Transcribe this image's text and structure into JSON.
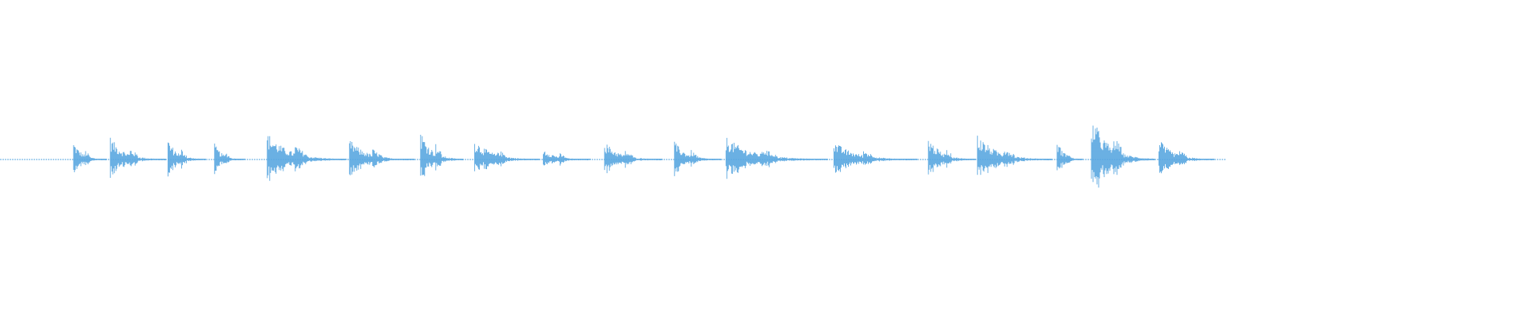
{
  "waveform": {
    "color": "#5aa7e0",
    "duration_fraction_drawn": 0.8,
    "bursts": [
      {
        "start": 0.06,
        "end": 0.087,
        "peak": 0.4
      },
      {
        "start": 0.09,
        "end": 0.135,
        "peak": 0.5
      },
      {
        "start": 0.137,
        "end": 0.168,
        "peak": 0.45
      },
      {
        "start": 0.175,
        "end": 0.2,
        "peak": 0.35
      },
      {
        "start": 0.218,
        "end": 0.283,
        "peak": 0.6
      },
      {
        "start": 0.285,
        "end": 0.338,
        "peak": 0.45
      },
      {
        "start": 0.343,
        "end": 0.378,
        "peak": 0.65
      },
      {
        "start": 0.387,
        "end": 0.44,
        "peak": 0.45
      },
      {
        "start": 0.443,
        "end": 0.482,
        "peak": 0.25
      },
      {
        "start": 0.493,
        "end": 0.54,
        "peak": 0.4
      },
      {
        "start": 0.55,
        "end": 0.588,
        "peak": 0.4
      },
      {
        "start": 0.592,
        "end": 0.675,
        "peak": 0.5
      },
      {
        "start": 0.68,
        "end": 0.748,
        "peak": 0.4
      },
      {
        "start": 0.757,
        "end": 0.796,
        "peak": 0.5
      },
      {
        "start": 0.797,
        "end": 0.858,
        "peak": 0.55
      },
      {
        "start": 0.862,
        "end": 0.883,
        "peak": 0.45
      },
      {
        "start": 0.89,
        "end": 0.942,
        "peak": 1.0
      },
      {
        "start": 0.945,
        "end": 0.99,
        "peak": 0.45
      }
    ]
  }
}
